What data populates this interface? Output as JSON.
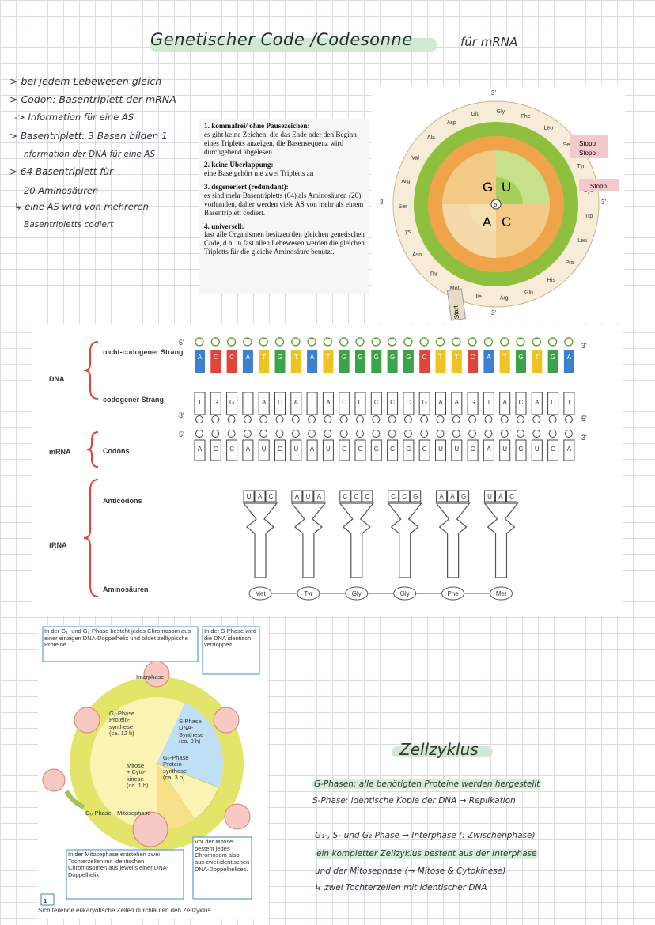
{
  "title": {
    "main": "Genetischer Code /Codesonne",
    "suffix": "für mRNA"
  },
  "notes": [
    "> bei jedem Lebewesen gleich",
    "> Codon: Basentriplett der mRNA",
    "-> Information für eine AS",
    "> Basentriplett: 3 Basen bilden 1",
    "nformation der DNA für eine AS",
    "> 64 Basentriplett für",
    "20 Aminosäuren",
    "↳ eine AS wird von mehreren",
    "Basentripletts codiert"
  ],
  "properties": [
    {
      "head": "1. kommafrei/ ohne Pausezeichen:",
      "body": "es gibt keine Zeichen, die das Ende oder den Beginn eines Tripletts anzeigen, die Basensequenz wird durchgehend abgelesen."
    },
    {
      "head": "2. keine Überlappung:",
      "body": "eine Base gehört nie zwei Tripletts an"
    },
    {
      "head": "3. degeneriert (redundant):",
      "body": "es sind mehr Basentripletts (64) als Aminosäuren (20) vorhanden, daher werden viele AS von mehr als einem Basentriplett codiert."
    },
    {
      "head": "4. universell:",
      "body": "fast alle Organismen besitzen den gleichen genetischen Code, d.h. in fast allen Lebewesen werden die gleichen Tripletts für die gleiche Aminosäure benutzt."
    }
  ],
  "sun": {
    "center": "5'",
    "inner": [
      "G",
      "U",
      "A",
      "C"
    ],
    "prime3_top": "3'",
    "prime3_left": "3'",
    "prime3_right": "3'",
    "prime3_bottom": "3'",
    "start": "Start",
    "stops": [
      "Stopp",
      "Stopp",
      "Stopp"
    ],
    "amino": [
      "Gly",
      "Phe",
      "Leu",
      "Ser",
      "Tyr",
      "Cys",
      "Trp",
      "Leu",
      "Pro",
      "His",
      "Gln",
      "Arg",
      "Ile",
      "Met",
      "Thr",
      "Asn",
      "Lys",
      "Ser",
      "Arg",
      "Val",
      "Ala",
      "Asp",
      "Glu"
    ]
  },
  "strands": {
    "row_labels": {
      "dna": "DNA",
      "mrna": "mRNA",
      "trna": "tRNA"
    },
    "sub_labels": [
      "nicht-codogener Strang",
      "codogener Strang",
      "Codons",
      "Anticodons",
      "Aminosäuren"
    ],
    "ends": {
      "top_left": "5'",
      "top_right": "3'",
      "cod_left": "3'",
      "cod_right": "5'",
      "mrna_left": "5'",
      "mrna_right": "3'"
    },
    "noncoding": [
      "A",
      "C",
      "C",
      "A",
      "T",
      "G",
      "T",
      "A",
      "T",
      "G",
      "G",
      "G",
      "G",
      "G",
      "C",
      "T",
      "T",
      "C",
      "A",
      "T",
      "G",
      "T",
      "G",
      "A"
    ],
    "codogenic": [
      "T",
      "G",
      "G",
      "T",
      "A",
      "C",
      "A",
      "T",
      "A",
      "C",
      "C",
      "C",
      "C",
      "C",
      "G",
      "A",
      "A",
      "G",
      "T",
      "A",
      "C",
      "A",
      "C",
      "T"
    ],
    "mrna": [
      "A",
      "C",
      "C",
      "A",
      "U",
      "G",
      "U",
      "A",
      "U",
      "G",
      "G",
      "G",
      "G",
      "G",
      "C",
      "U",
      "U",
      "C",
      "A",
      "U",
      "G",
      "U",
      "G",
      "A"
    ],
    "anticodons": [
      "UAC",
      "AUA",
      "CCC",
      "CCG",
      "AAG",
      "UAC"
    ],
    "aminoacids": [
      "Met",
      "Tyr",
      "Gly",
      "Gly",
      "Phe",
      "Met"
    ],
    "colors": {
      "A": "#3f7fd0",
      "C": "#e0453a",
      "G": "#3da34a",
      "T": "#f0c420",
      "U": "#f0c420"
    }
  },
  "cycle": {
    "box_top_left": "In der G₁- und G₂-Phase besteht jedes Chromosom aus einer einzigen DNA-Doppelhelix und bildet zelltypische Proteine.",
    "box_top_right": "In der S-Phase wird die DNA identisch verdoppelt.",
    "interphase": "Interphase",
    "g1": "G₁-Phase\nProtein-\nsynthese\n(ca. 12 h)",
    "s": "S-Phase\nDNA-\nSynthese\n(ca. 8 h)",
    "g2": "G₂-Phase\nProtein-\nsynthese\n(ca. 3 h)",
    "mitose": "Mitose\n+ Cyto-\nkinese\n(ca. 1 h)",
    "mitosephase": "Mitosephase",
    "g0": "G₀-Phase",
    "box_bottom_left": "In der Mitosephase entstehen zwei Tochterzellen mit identischen Chromosomen aus jeweils einer DNA-Doppelhelix.",
    "box_bottom_right": "Vor der Mitose besteht jedes Chromosom also aus zwei identischen DNA-Doppelhelices.",
    "figure_number": "1",
    "caption": "Sich teilende eukaryotische Zellen durchlaufen den Zellzyklus."
  },
  "zellzyklus": {
    "title": "Zellzyklus",
    "lines": [
      "G-Phasen: alle benötigten Proteine werden hergestellt",
      "S-Phase: identische Kopie der DNA → Replikation",
      "G₁-, S- und G₂ Phase → Interphase (: Zwischenphase)",
      "ein kompletter Zellzyklus besteht aus der Interphase",
      "und der Mitosephase (→ Mitose & Cytokinese)",
      "↳ zwei Tochterzellen mit identischer DNA"
    ]
  }
}
